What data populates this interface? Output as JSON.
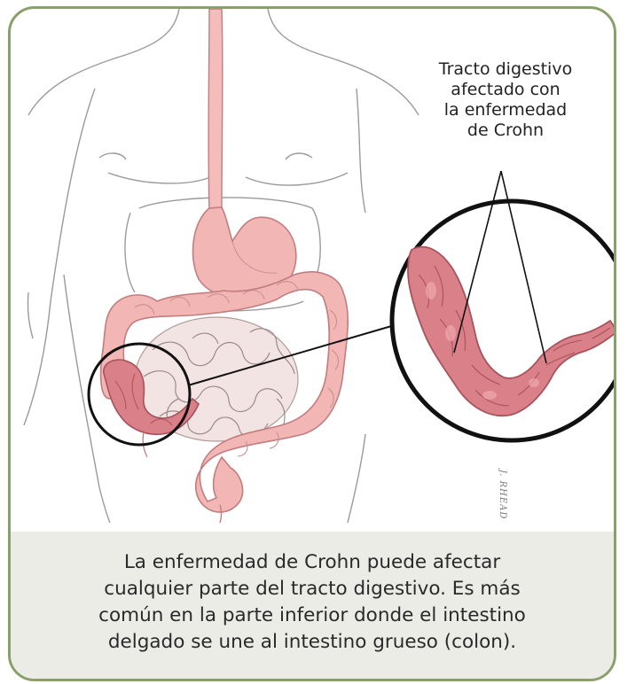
{
  "callout": {
    "lines": [
      "Tracto digestivo",
      "afectado con",
      "la enfermedad",
      "de Crohn"
    ]
  },
  "signature": "J. RHEAD",
  "caption": {
    "lines": [
      "La enfermedad de Crohn puede afectar",
      "cualquier parte del tracto digestivo. Es más",
      "común en la parte inferior donde el intestino",
      "delgado se une al intestino grueso (colon)."
    ]
  },
  "colors": {
    "border": "#8aa06a",
    "caption_background": "#ebece6",
    "organ_fill": "#f2b6b4",
    "organ_stroke": "#c27d7f",
    "affected_fill": "#d98088"
  }
}
